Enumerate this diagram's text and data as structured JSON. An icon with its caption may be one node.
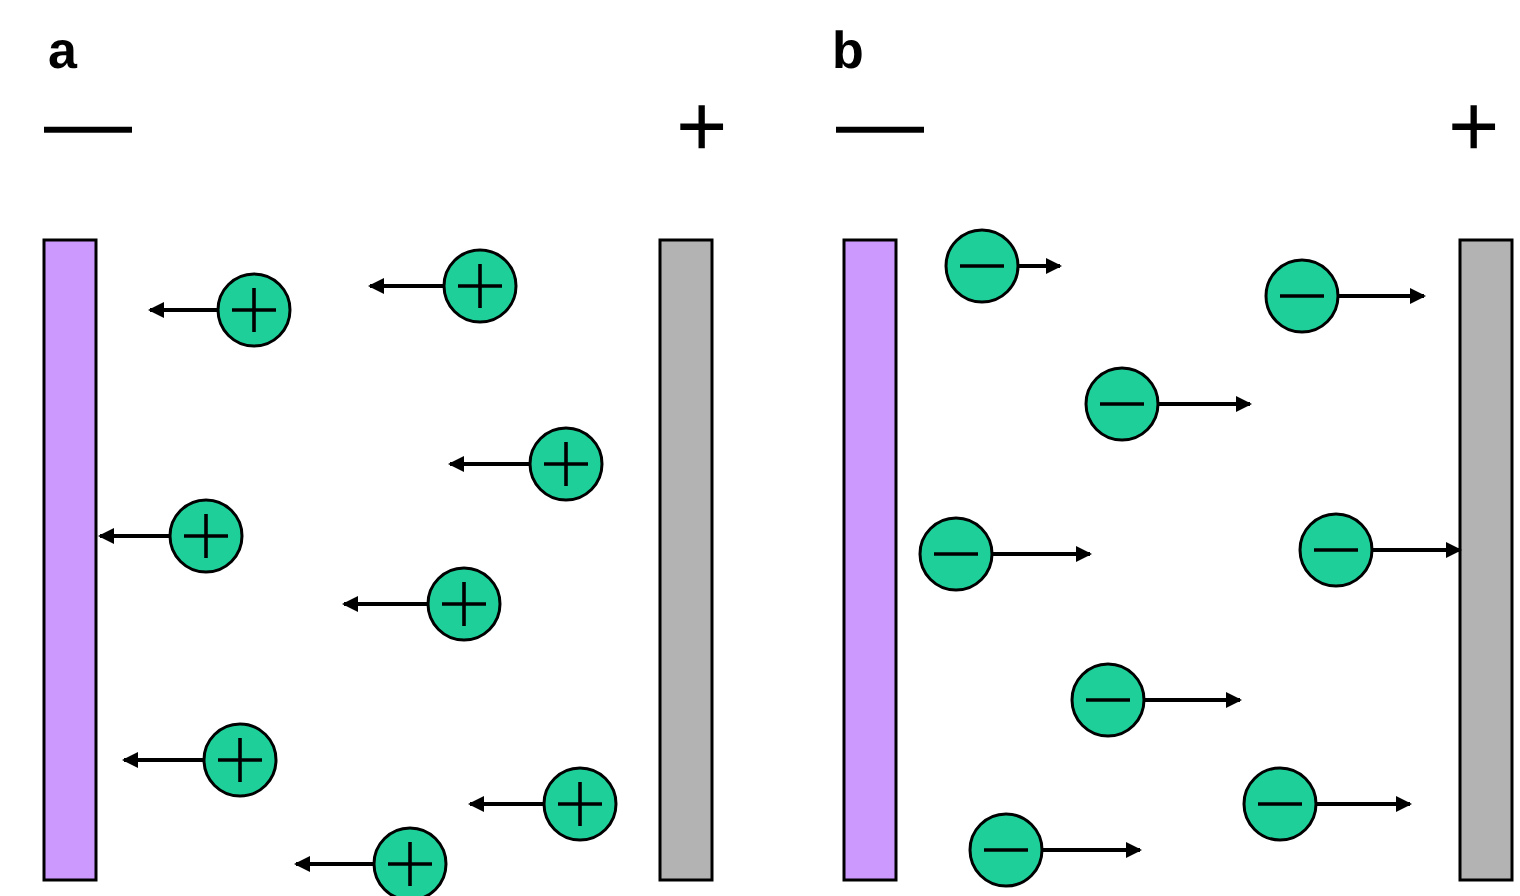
{
  "diagram": {
    "nodes": [
      {
        "text": [],
        "shape": "bar"
      },
      {
        "text": [],
        "shape": "bar"
      },
      {
        "text": [],
        "shape": "bar"
      },
      {
        "text": [],
        "shape": "bar"
      }
    ],
    "labels": [
      "a",
      "—",
      "+",
      "b",
      "—",
      "+"
    ]
  }
}
